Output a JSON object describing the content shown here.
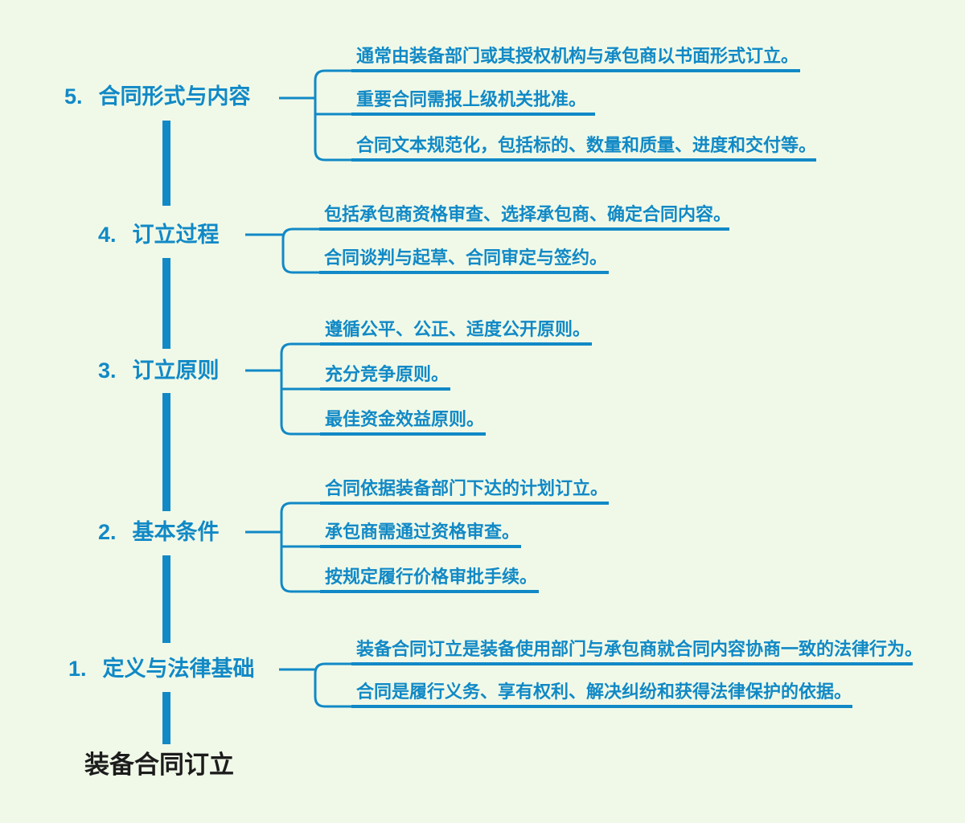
{
  "colors": {
    "background": "#f0f9e8",
    "accent": "#1189c6",
    "root_text": "#1c1c1c"
  },
  "root": {
    "label": "装备合同订立"
  },
  "branches": [
    {
      "number": "5.",
      "label": "合同形式与内容",
      "children": [
        "通常由装备部门或其授权机构与承包商以书面形式订立。",
        "重要合同需报上级机关批准。",
        "合同文本规范化，包括标的、数量和质量、进度和交付等。"
      ]
    },
    {
      "number": "4.",
      "label": "订立过程",
      "children": [
        "包括承包商资格审查、选择承包商、确定合同内容。",
        "合同谈判与起草、合同审定与签约。"
      ]
    },
    {
      "number": "3.",
      "label": "订立原则",
      "children": [
        "遵循公平、公正、适度公开原则。",
        "充分竞争原则。",
        "最佳资金效益原则。"
      ]
    },
    {
      "number": "2.",
      "label": "基本条件",
      "children": [
        "合同依据装备部门下达的计划订立。",
        "承包商需通过资格审查。",
        "按规定履行价格审批手续。"
      ]
    },
    {
      "number": "1.",
      "label": "定义与法律基础",
      "children": [
        "装备合同订立是装备使用部门与承包商就合同内容协商一致的法律行为。",
        "合同是履行义务、享有权利、解决纠纷和获得法律保护的依据。"
      ]
    }
  ]
}
